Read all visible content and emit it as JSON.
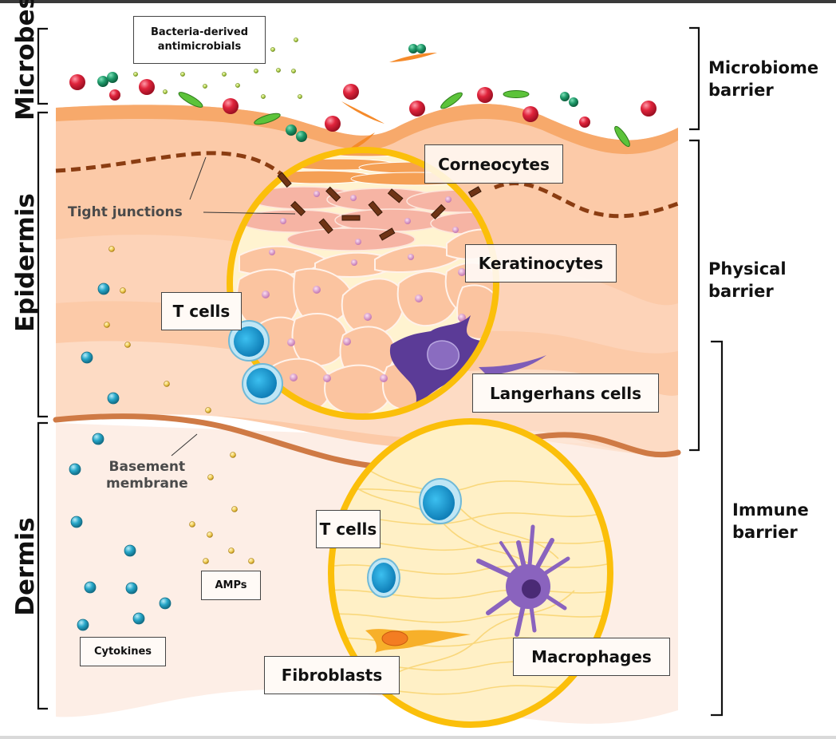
{
  "diagram": {
    "title": "Skin barrier layers",
    "colors": {
      "surface_band": "#f7a96b",
      "epidermis": "#fccaa8",
      "epidermis_light": "#fdd8c0",
      "dermis": "#fdeee6",
      "basement_membrane": "#cf7a45",
      "tight_junction": "#8b3d12",
      "inset_ring": "#fbbf0a",
      "inset_fill": "#fff3d0",
      "bacteria_red": "#e0243c",
      "bacteria_green": "#2bb34a",
      "bacteria_teal": "#1f9a6a",
      "cytokine_blue": "#27a7c9",
      "amp_yellow": "#f2cf5a",
      "tcell_blue": "#1aa0dc",
      "langerhans_purple": "#5b3b97",
      "macrophage_purple": "#8a63be",
      "fibroblast_orange": "#f39a1c",
      "keratinocyte": "#fbc4a0",
      "nucleus_pink": "#d993c4"
    },
    "layers": {
      "left": [
        {
          "id": "microbes",
          "label": "Microbes"
        },
        {
          "id": "epidermis",
          "label": "Epidermis"
        },
        {
          "id": "dermis",
          "label": "Dermis"
        }
      ],
      "right": [
        {
          "id": "microbiome",
          "line1": "Microbiome",
          "line2": "barrier"
        },
        {
          "id": "physical",
          "line1": "Physical",
          "line2": "barrier"
        },
        {
          "id": "immune",
          "line1": "Immune",
          "line2": "barrier"
        }
      ]
    },
    "labels": {
      "bacteria_derived_line1": "Bacteria-derived",
      "bacteria_derived_line2": "antimicrobials",
      "corneocytes": "Corneocytes",
      "tight_junctions": "Tight junctions",
      "keratinocytes": "Keratinocytes",
      "t_cells_epidermis": "T cells",
      "langerhans": "Langerhans cells",
      "basement_line1": "Basement",
      "basement_line2": "membrane",
      "t_cells_dermis": "T cells",
      "amps": "AMPs",
      "cytokines": "Cytokines",
      "fibroblasts": "Fibroblasts",
      "macrophages": "Macrophages"
    }
  }
}
